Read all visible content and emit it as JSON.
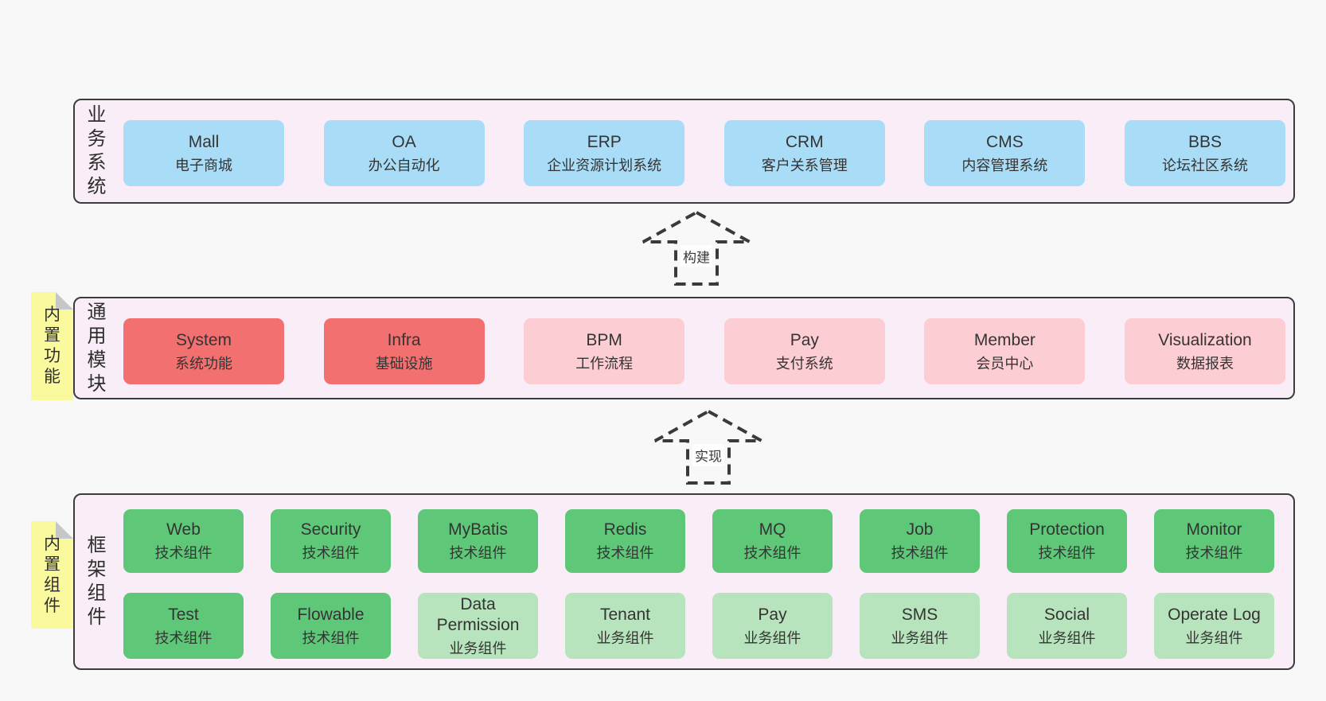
{
  "sections": [
    {
      "label": "业务系统",
      "rows": [
        [
          {
            "name": "Mall",
            "sub": "电子商城"
          },
          {
            "name": "OA",
            "sub": "办公自动化"
          },
          {
            "name": "ERP",
            "sub": "企业资源计划系统"
          },
          {
            "name": "CRM",
            "sub": "客户关系管理"
          },
          {
            "name": "CMS",
            "sub": "内容管理系统"
          },
          {
            "name": "BBS",
            "sub": "论坛社区系统"
          }
        ]
      ]
    },
    {
      "label": "通用模块",
      "sticky": "内置功能",
      "rows": [
        [
          {
            "name": "System",
            "sub": "系统功能"
          },
          {
            "name": "Infra",
            "sub": "基础设施"
          },
          {
            "name": "BPM",
            "sub": "工作流程"
          },
          {
            "name": "Pay",
            "sub": "支付系统"
          },
          {
            "name": "Member",
            "sub": "会员中心"
          },
          {
            "name": "Visualization",
            "sub": "数据报表"
          }
        ]
      ]
    },
    {
      "label": "框架组件",
      "sticky": "内置组件",
      "rows": [
        [
          {
            "name": "Web",
            "sub": "技术组件"
          },
          {
            "name": "Security",
            "sub": "技术组件"
          },
          {
            "name": "MyBatis",
            "sub": "技术组件"
          },
          {
            "name": "Redis",
            "sub": "技术组件"
          },
          {
            "name": "MQ",
            "sub": "技术组件"
          },
          {
            "name": "Job",
            "sub": "技术组件"
          },
          {
            "name": "Protection",
            "sub": "技术组件"
          },
          {
            "name": "Monitor",
            "sub": "技术组件"
          }
        ],
        [
          {
            "name": "Test",
            "sub": "技术组件"
          },
          {
            "name": "Flowable",
            "sub": "技术组件"
          },
          {
            "name": "Data Permission",
            "sub": "业务组件"
          },
          {
            "name": "Tenant",
            "sub": "业务组件"
          },
          {
            "name": "Pay",
            "sub": "业务组件"
          },
          {
            "name": "SMS",
            "sub": "业务组件"
          },
          {
            "name": "Social",
            "sub": "业务组件"
          },
          {
            "name": "Operate Log",
            "sub": "业务组件"
          }
        ]
      ]
    }
  ],
  "arrows": [
    {
      "label": "构建"
    },
    {
      "label": "实现"
    }
  ],
  "colors": {
    "page_bg": "#f8f8f8",
    "panel_bg": "#f9eef8",
    "panel_border": "#3c3c3c",
    "business_box": "#a9dcf6",
    "core_module_box": "#f37070",
    "optional_module_box": "#fccdd3",
    "tech_component_box": "#5ec878",
    "biz_component_box": "#b7e4bc",
    "sticky_bg": "#fbf99e",
    "sticky_fold": "#c7c7c7"
  }
}
